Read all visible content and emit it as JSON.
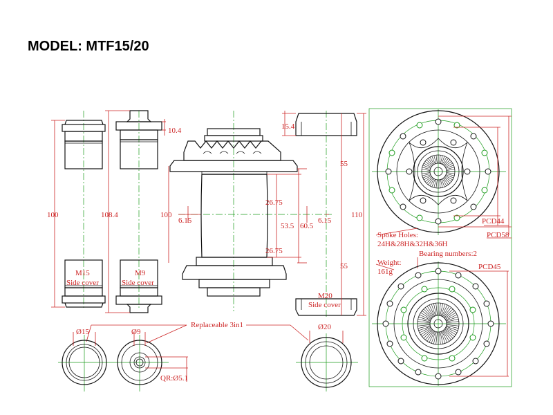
{
  "title": "MODEL:  MTF15/20",
  "dims": {
    "d100a": "100",
    "d108": "108.4",
    "d100b": "100",
    "d104": "10.4",
    "d615a": "6.15",
    "d2675a": "26.75",
    "d535": "53.5",
    "d605": "60.5",
    "d2675b": "26.75",
    "d615b": "6.15",
    "d154": "15.4",
    "d55a": "55",
    "d110": "110",
    "d55b": "55"
  },
  "labels": {
    "m15": "M15",
    "m15_sub": "Side cover",
    "m9": "M9",
    "m9_sub": "Side cover",
    "m20": "M20",
    "m20_sub": "Side cover",
    "phi15": "Ø15",
    "phi9": "Ø9",
    "phi20": "Ø20",
    "replaceable": "Replaceable 3in1",
    "qr": "QR:Ø5.1"
  },
  "specs": {
    "pcd44": "PCD44",
    "pcd58": "PCD58",
    "spoke_holes": "Spoke Holes:",
    "spoke_counts": "24H&28H&32H&36H",
    "bearing": "Bearing numbers:2",
    "weight": "Weight:",
    "weight_val": "161g",
    "pcd45": "PCD45"
  },
  "colors": {
    "dimension": "#cc2222",
    "centerline": "#1a9a1a",
    "outline": "#111111"
  }
}
